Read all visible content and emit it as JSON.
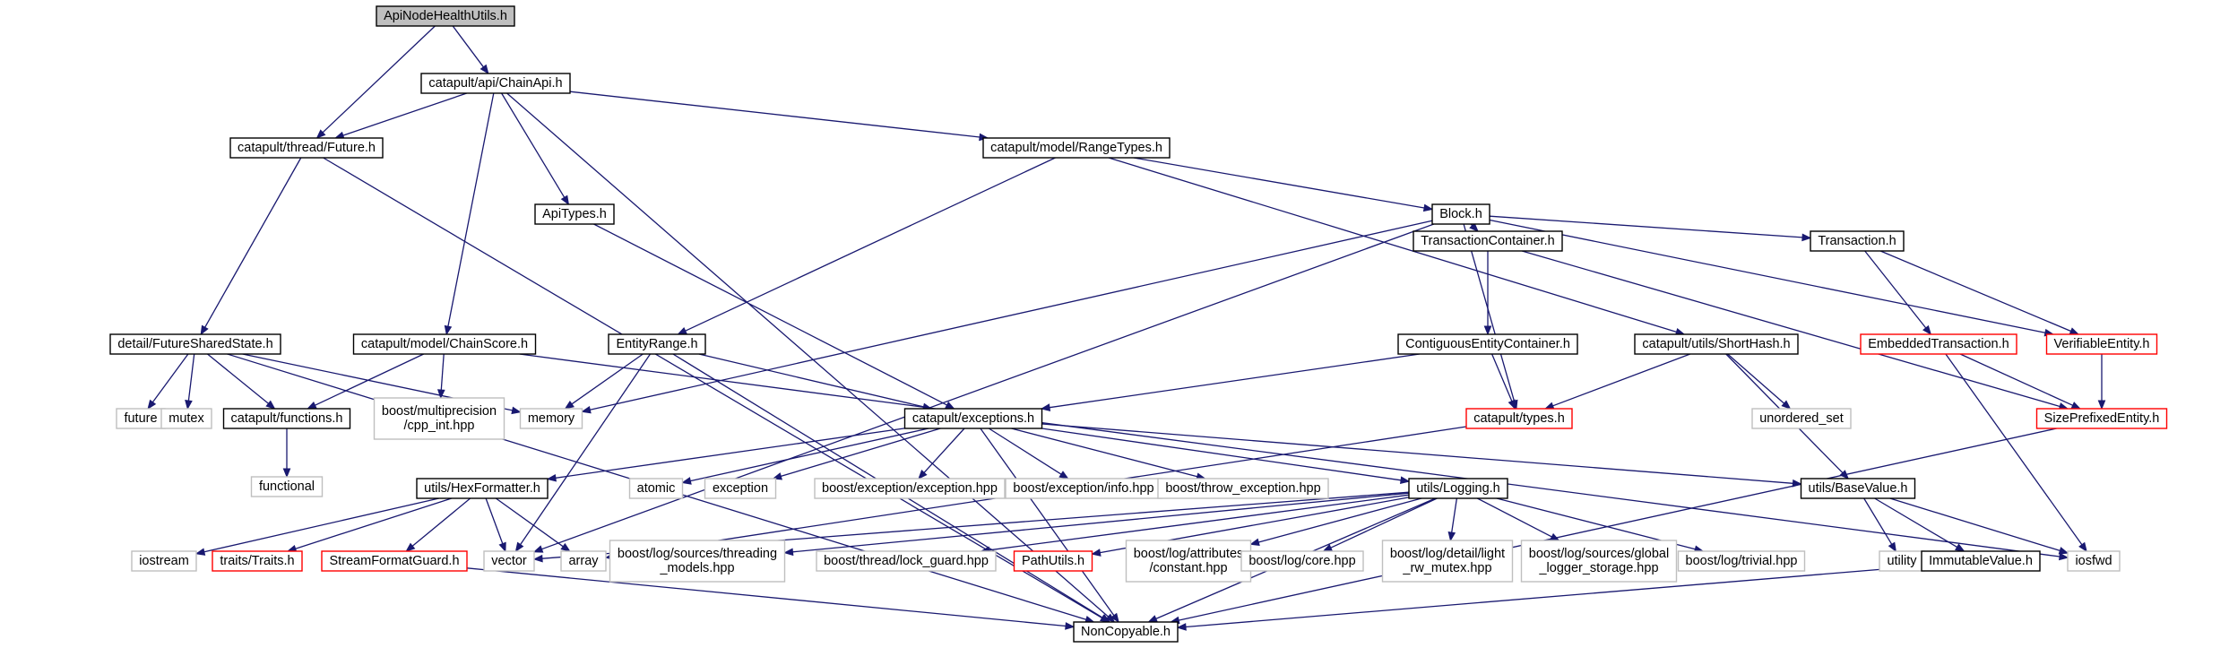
{
  "colors": {
    "edge": "#191970",
    "border_default": "#000000",
    "border_red": "#ff0000",
    "border_gray": "#bfbfbf",
    "fill_root": "#bfbfbf",
    "fill_default": "#ffffff",
    "text": "#000000"
  },
  "nodes": [
    {
      "id": "ApiNodeHealthUtils",
      "lines": [
        "ApiNodeHealthUtils.h"
      ],
      "style": "root"
    },
    {
      "id": "ChainApi",
      "lines": [
        "catapult/api/ChainApi.h"
      ],
      "style": "default"
    },
    {
      "id": "Future",
      "lines": [
        "catapult/thread/Future.h"
      ],
      "style": "default"
    },
    {
      "id": "RangeTypes",
      "lines": [
        "catapult/model/RangeTypes.h"
      ],
      "style": "default"
    },
    {
      "id": "ApiTypes",
      "lines": [
        "ApiTypes.h"
      ],
      "style": "default"
    },
    {
      "id": "Block",
      "lines": [
        "Block.h"
      ],
      "style": "default"
    },
    {
      "id": "TransactionContainer",
      "lines": [
        "TransactionContainer.h"
      ],
      "style": "default"
    },
    {
      "id": "Transaction",
      "lines": [
        "Transaction.h"
      ],
      "style": "default"
    },
    {
      "id": "FutureSharedState",
      "lines": [
        "detail/FutureSharedState.h"
      ],
      "style": "default"
    },
    {
      "id": "ChainScore",
      "lines": [
        "catapult/model/ChainScore.h"
      ],
      "style": "default"
    },
    {
      "id": "EntityRange",
      "lines": [
        "EntityRange.h"
      ],
      "style": "default"
    },
    {
      "id": "ContiguousEntityContainer",
      "lines": [
        "ContiguousEntityContainer.h"
      ],
      "style": "default"
    },
    {
      "id": "ShortHash",
      "lines": [
        "catapult/utils/ShortHash.h"
      ],
      "style": "default"
    },
    {
      "id": "EmbeddedTransaction",
      "lines": [
        "EmbeddedTransaction.h"
      ],
      "style": "red"
    },
    {
      "id": "VerifiableEntity",
      "lines": [
        "VerifiableEntity.h"
      ],
      "style": "red"
    },
    {
      "id": "future",
      "lines": [
        "future"
      ],
      "style": "gray"
    },
    {
      "id": "mutex",
      "lines": [
        "mutex"
      ],
      "style": "gray"
    },
    {
      "id": "functions",
      "lines": [
        "catapult/functions.h"
      ],
      "style": "default"
    },
    {
      "id": "cpp_int",
      "lines": [
        "boost/multiprecision",
        "/cpp_int.hpp"
      ],
      "style": "gray"
    },
    {
      "id": "memory",
      "lines": [
        "memory"
      ],
      "style": "gray"
    },
    {
      "id": "exceptions",
      "lines": [
        "catapult/exceptions.h"
      ],
      "style": "default"
    },
    {
      "id": "types",
      "lines": [
        "catapult/types.h"
      ],
      "style": "red"
    },
    {
      "id": "unordered_set",
      "lines": [
        "unordered_set"
      ],
      "style": "gray"
    },
    {
      "id": "SizePrefixedEntity",
      "lines": [
        "SizePrefixedEntity.h"
      ],
      "style": "red"
    },
    {
      "id": "functional",
      "lines": [
        "functional"
      ],
      "style": "gray"
    },
    {
      "id": "HexFormatter",
      "lines": [
        "utils/HexFormatter.h"
      ],
      "style": "default"
    },
    {
      "id": "atomic",
      "lines": [
        "atomic"
      ],
      "style": "gray"
    },
    {
      "id": "exception",
      "lines": [
        "exception"
      ],
      "style": "gray"
    },
    {
      "id": "boost_exception",
      "lines": [
        "boost/exception/exception.hpp"
      ],
      "style": "gray"
    },
    {
      "id": "boost_info",
      "lines": [
        "boost/exception/info.hpp"
      ],
      "style": "gray"
    },
    {
      "id": "boost_throw",
      "lines": [
        "boost/throw_exception.hpp"
      ],
      "style": "gray"
    },
    {
      "id": "Logging",
      "lines": [
        "utils/Logging.h"
      ],
      "style": "default"
    },
    {
      "id": "BaseValue",
      "lines": [
        "utils/BaseValue.h"
      ],
      "style": "default"
    },
    {
      "id": "iostream",
      "lines": [
        "iostream"
      ],
      "style": "gray"
    },
    {
      "id": "Traits",
      "lines": [
        "traits/Traits.h"
      ],
      "style": "red"
    },
    {
      "id": "StreamFormatGuard",
      "lines": [
        "StreamFormatGuard.h"
      ],
      "style": "red"
    },
    {
      "id": "vector",
      "lines": [
        "vector"
      ],
      "style": "gray"
    },
    {
      "id": "array",
      "lines": [
        "array"
      ],
      "style": "gray"
    },
    {
      "id": "threading_models",
      "lines": [
        "boost/log/sources/threading",
        "_models.hpp"
      ],
      "style": "gray"
    },
    {
      "id": "lock_guard",
      "lines": [
        "boost/thread/lock_guard.hpp"
      ],
      "style": "gray"
    },
    {
      "id": "PathUtils",
      "lines": [
        "PathUtils.h"
      ],
      "style": "red"
    },
    {
      "id": "attr_constant",
      "lines": [
        "boost/log/attributes",
        "/constant.hpp"
      ],
      "style": "gray"
    },
    {
      "id": "log_core",
      "lines": [
        "boost/log/core.hpp"
      ],
      "style": "gray"
    },
    {
      "id": "light_rw_mutex",
      "lines": [
        "boost/log/detail/light",
        "_rw_mutex.hpp"
      ],
      "style": "gray"
    },
    {
      "id": "global_logger",
      "lines": [
        "boost/log/sources/global",
        "_logger_storage.hpp"
      ],
      "style": "gray"
    },
    {
      "id": "log_trivial",
      "lines": [
        "boost/log/trivial.hpp"
      ],
      "style": "gray"
    },
    {
      "id": "utility",
      "lines": [
        "utility"
      ],
      "style": "gray"
    },
    {
      "id": "ImmutableValue",
      "lines": [
        "ImmutableValue.h"
      ],
      "style": "default"
    },
    {
      "id": "iosfwd",
      "lines": [
        "iosfwd"
      ],
      "style": "gray"
    },
    {
      "id": "NonCopyable",
      "lines": [
        "NonCopyable.h"
      ],
      "style": "default"
    }
  ],
  "edges": [
    [
      "ApiNodeHealthUtils",
      "Future"
    ],
    [
      "ApiNodeHealthUtils",
      "ChainApi"
    ],
    [
      "ChainApi",
      "Future"
    ],
    [
      "ChainApi",
      "ApiTypes"
    ],
    [
      "ChainApi",
      "ChainScore"
    ],
    [
      "ChainApi",
      "RangeTypes"
    ],
    [
      "ChainApi",
      "NonCopyable"
    ],
    [
      "Future",
      "FutureSharedState"
    ],
    [
      "Future",
      "NonCopyable"
    ],
    [
      "RangeTypes",
      "EntityRange"
    ],
    [
      "RangeTypes",
      "Block"
    ],
    [
      "RangeTypes",
      "ShortHash"
    ],
    [
      "ApiTypes",
      "exceptions"
    ],
    [
      "Block",
      "memory"
    ],
    [
      "Block",
      "vector"
    ],
    [
      "Block",
      "TransactionContainer"
    ],
    [
      "Block",
      "types"
    ],
    [
      "Block",
      "Transaction"
    ],
    [
      "Block",
      "VerifiableEntity"
    ],
    [
      "TransactionContainer",
      "ContiguousEntityContainer"
    ],
    [
      "TransactionContainer",
      "SizePrefixedEntity"
    ],
    [
      "Transaction",
      "EmbeddedTransaction"
    ],
    [
      "Transaction",
      "VerifiableEntity"
    ],
    [
      "FutureSharedState",
      "future"
    ],
    [
      "FutureSharedState",
      "mutex"
    ],
    [
      "FutureSharedState",
      "functions"
    ],
    [
      "FutureSharedState",
      "memory"
    ],
    [
      "FutureSharedState",
      "NonCopyable"
    ],
    [
      "ChainScore",
      "functions"
    ],
    [
      "ChainScore",
      "cpp_int"
    ],
    [
      "ChainScore",
      "iosfwd"
    ],
    [
      "EntityRange",
      "memory"
    ],
    [
      "EntityRange",
      "exceptions"
    ],
    [
      "EntityRange",
      "vector"
    ],
    [
      "EntityRange",
      "NonCopyable"
    ],
    [
      "ContiguousEntityContainer",
      "exceptions"
    ],
    [
      "ContiguousEntityContainer",
      "types"
    ],
    [
      "ShortHash",
      "types"
    ],
    [
      "ShortHash",
      "unordered_set"
    ],
    [
      "ShortHash",
      "BaseValue"
    ],
    [
      "EmbeddedTransaction",
      "SizePrefixedEntity"
    ],
    [
      "EmbeddedTransaction",
      "iosfwd"
    ],
    [
      "VerifiableEntity",
      "SizePrefixedEntity"
    ],
    [
      "SizePrefixedEntity",
      "NonCopyable"
    ],
    [
      "functions",
      "functional"
    ],
    [
      "exceptions",
      "HexFormatter"
    ],
    [
      "exceptions",
      "atomic"
    ],
    [
      "exceptions",
      "exception"
    ],
    [
      "exceptions",
      "boost_exception"
    ],
    [
      "exceptions",
      "boost_info"
    ],
    [
      "exceptions",
      "boost_throw"
    ],
    [
      "exceptions",
      "Logging"
    ],
    [
      "exceptions",
      "BaseValue"
    ],
    [
      "exceptions",
      "NonCopyable"
    ],
    [
      "types",
      "array"
    ],
    [
      "HexFormatter",
      "iostream"
    ],
    [
      "HexFormatter",
      "Traits"
    ],
    [
      "HexFormatter",
      "StreamFormatGuard"
    ],
    [
      "HexFormatter",
      "vector"
    ],
    [
      "HexFormatter",
      "array"
    ],
    [
      "StreamFormatGuard",
      "NonCopyable"
    ],
    [
      "Logging",
      "vector"
    ],
    [
      "Logging",
      "threading_models"
    ],
    [
      "Logging",
      "lock_guard"
    ],
    [
      "Logging",
      "PathUtils"
    ],
    [
      "Logging",
      "attr_constant"
    ],
    [
      "Logging",
      "log_core"
    ],
    [
      "Logging",
      "light_rw_mutex"
    ],
    [
      "Logging",
      "global_logger"
    ],
    [
      "Logging",
      "log_trivial"
    ],
    [
      "Logging",
      "NonCopyable"
    ],
    [
      "BaseValue",
      "utility"
    ],
    [
      "BaseValue",
      "ImmutableValue"
    ],
    [
      "BaseValue",
      "iosfwd"
    ],
    [
      "ImmutableValue",
      "NonCopyable"
    ]
  ]
}
